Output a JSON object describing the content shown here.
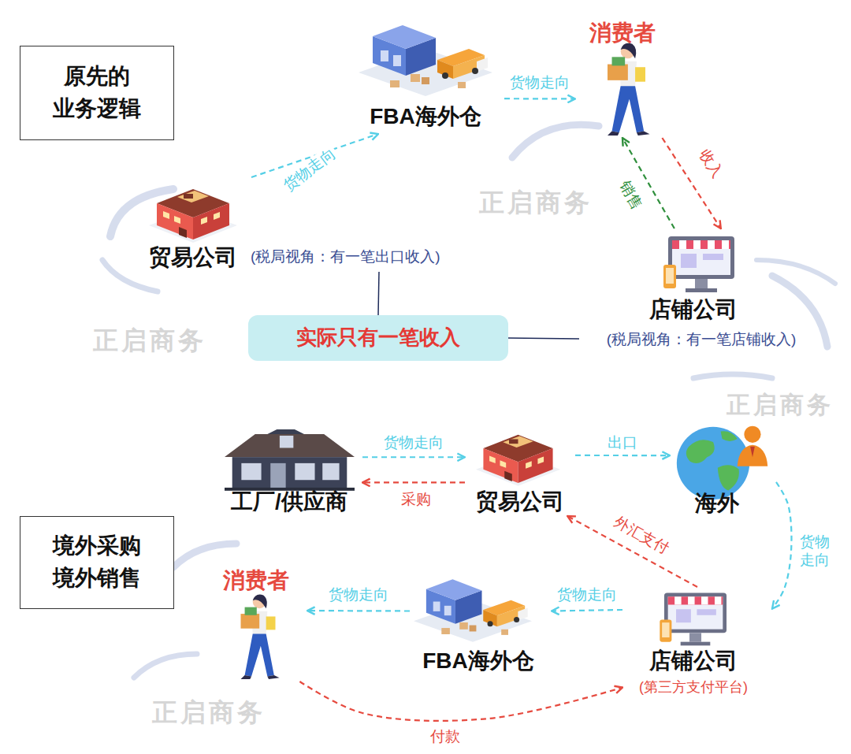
{
  "diagram": {
    "nodes": [
      {
        "text": [
          "原先的 业务逻辑"
        ]
      },
      {
        "text": [
          "FBA海外仓"
        ]
      },
      {
        "text": [
          "消费者"
        ]
      },
      {
        "text": [
          "贸易公司",
          "(税局视角：有一笔出口收入)"
        ]
      },
      {
        "text": [
          "店铺公司",
          "(税局视角：有一笔店铺收入)"
        ]
      },
      {
        "text": [
          "实际只有一笔收入"
        ]
      },
      {
        "text": [
          "境外采购 境外销售"
        ]
      },
      {
        "text": [
          "工厂/供应商"
        ]
      },
      {
        "text": [
          "贸易公司"
        ]
      },
      {
        "text": [
          "海外"
        ]
      },
      {
        "text": [
          "店铺公司",
          "(第三方支付平台)"
        ]
      },
      {
        "text": [
          "FBA海外仓"
        ]
      },
      {
        "text": [
          "消费者"
        ]
      }
    ],
    "edges": [
      {
        "from": 3,
        "to": 1,
        "label": "货物走向",
        "arrow": "to"
      },
      {
        "from": 1,
        "to": 2,
        "label": "货物走向",
        "arrow": "to"
      },
      {
        "from": 2,
        "to": 4,
        "label": "收入",
        "arrow": "to"
      },
      {
        "from": 4,
        "to": 2,
        "label": "销售",
        "arrow": "to"
      },
      {
        "from": 3,
        "to": 5,
        "arrow": "none"
      },
      {
        "from": 5,
        "to": 4,
        "arrow": "none"
      },
      {
        "from": 7,
        "to": 8,
        "label": "货物走向",
        "arrow": "to"
      },
      {
        "from": 8,
        "to": 7,
        "label": "采购",
        "arrow": "to"
      },
      {
        "from": 8,
        "to": 9,
        "label": "出口",
        "arrow": "to"
      },
      {
        "from": 9,
        "to": 10,
        "label": "货物走向",
        "arrow": "to"
      },
      {
        "from": 10,
        "to": 8,
        "label": "外汇支付",
        "arrow": "to"
      },
      {
        "from": 10,
        "to": 11,
        "label": "货物走向",
        "arrow": "to"
      },
      {
        "from": 11,
        "to": 12,
        "label": "货物走向",
        "arrow": "to"
      },
      {
        "from": 12,
        "to": 10,
        "label": "付款",
        "arrow": "to"
      }
    ],
    "labels": [
      "正启商务",
      "正启商务",
      "正启商务",
      "正启商务"
    ]
  }
}
